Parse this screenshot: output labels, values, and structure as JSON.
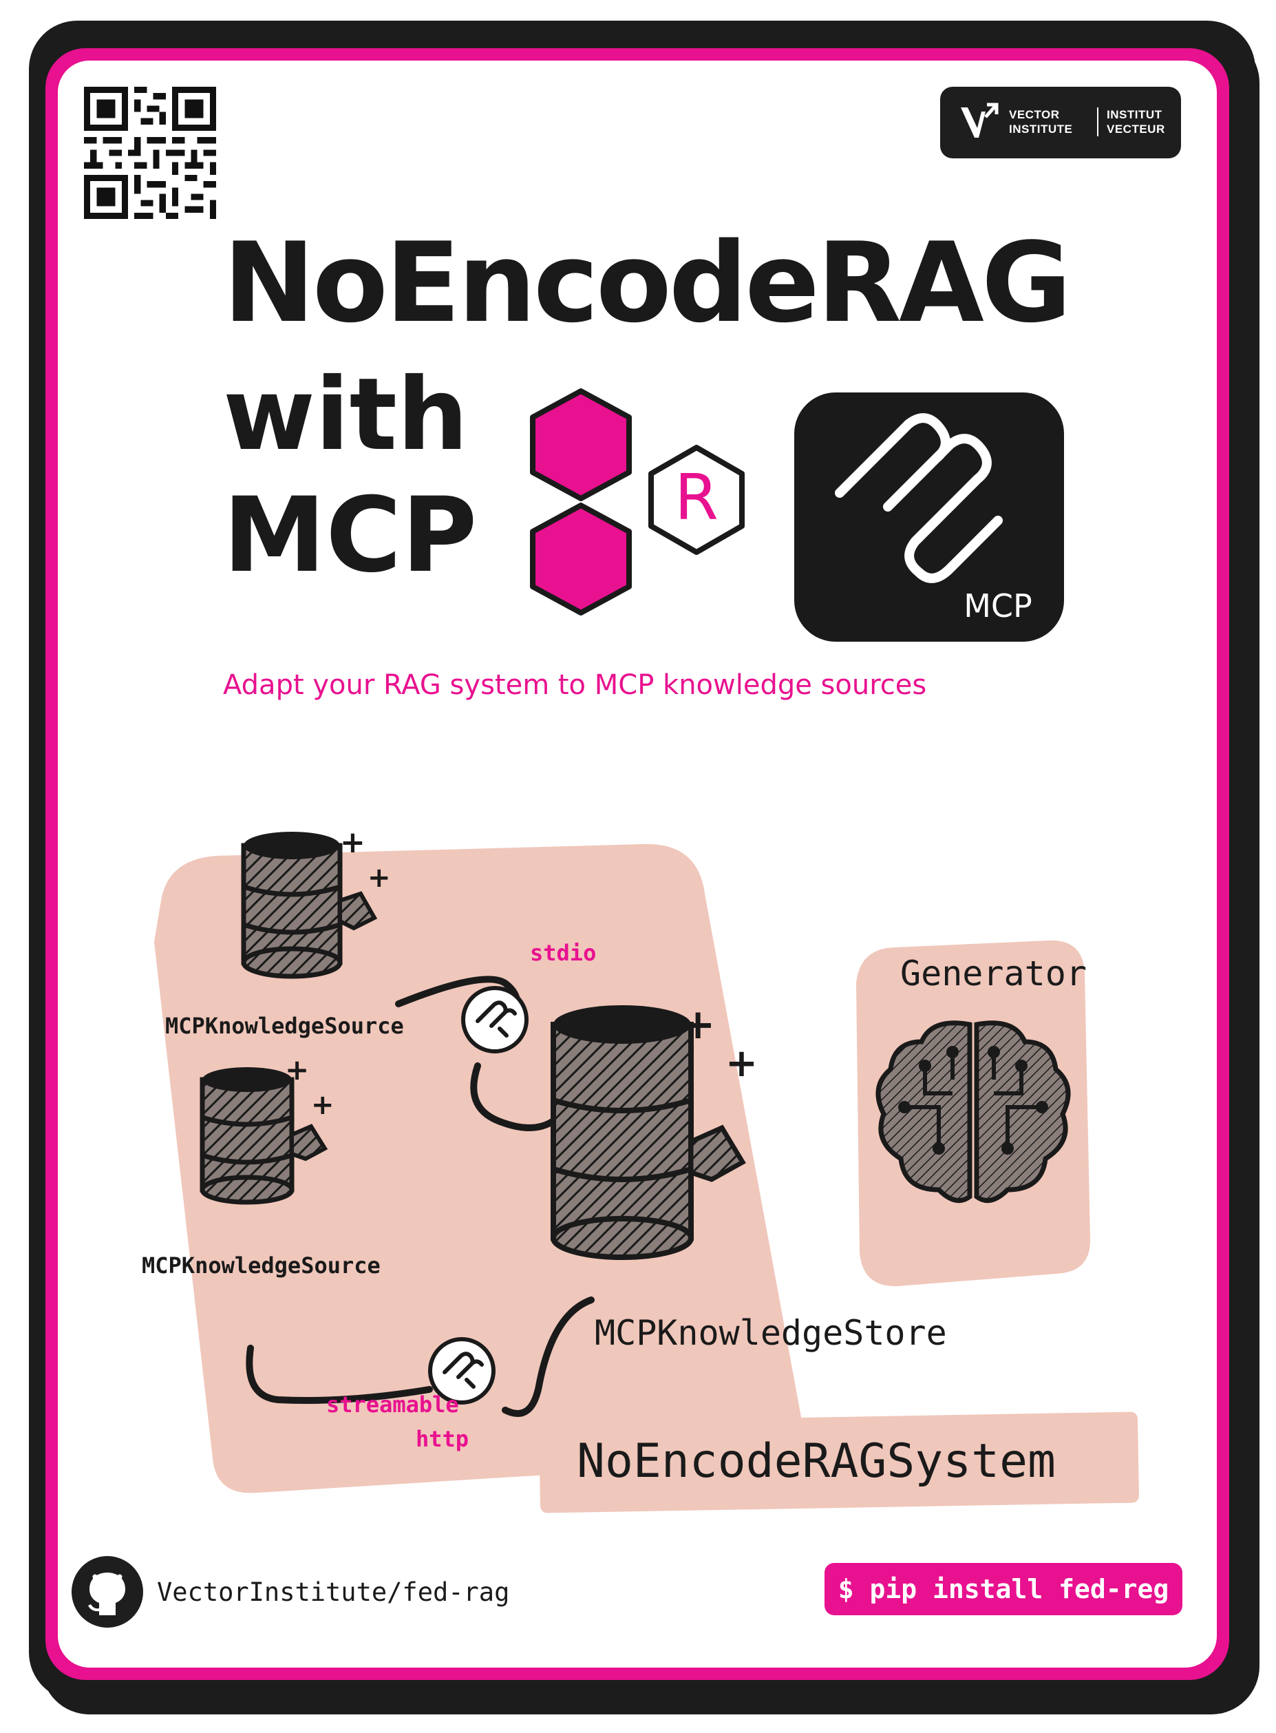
{
  "header": {
    "logo": {
      "line1": "VECTOR\nINSTITUTE",
      "line2": "INSTITUT\nVECTEUR"
    }
  },
  "title": {
    "line1": "NoEncodeRAG",
    "line2": "with",
    "line3": "MCP"
  },
  "icons": {
    "r_letter": "R",
    "mcp_badge_label": "MCP"
  },
  "subtitle": "Adapt your RAG system to MCP knowledge sources",
  "diagram": {
    "source1_label": "MCPKnowledgeSource",
    "source2_label": "MCPKnowledgeSource",
    "store_label": "MCPKnowledgeStore",
    "generator_label": "Generator",
    "transport1": "stdio",
    "transport2_line1": "streamable",
    "transport2_line2": "http",
    "system_label": "NoEncodeRAGSystem"
  },
  "footer": {
    "repo": "VectorInstitute/fed-rag",
    "install_cmd": "$ pip install fed-reg"
  },
  "colors": {
    "accent": "#e8118f",
    "dark": "#1c1c1c",
    "peach": "#f0c7bb"
  }
}
